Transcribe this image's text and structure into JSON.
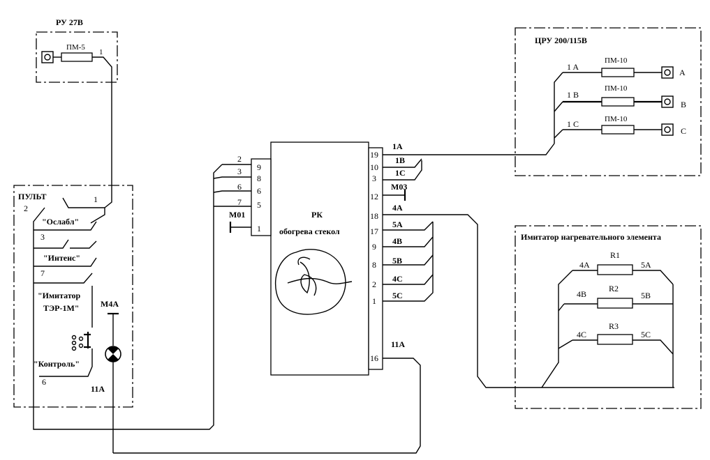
{
  "blocks": {
    "ru27": {
      "title": "РУ 27В",
      "fuse": "ПМ-5",
      "pin": "1"
    },
    "cru": {
      "title": "ЦРУ 200/115В",
      "fuses": [
        "ПМ-10",
        "ПМ-10",
        "ПМ-10"
      ],
      "wires": [
        "1 A",
        "1 B",
        "1 C"
      ],
      "phases": [
        "A",
        "B",
        "C"
      ]
    },
    "pult": {
      "title": "ПУЛЬТ",
      "labels": [
        "2",
        "1",
        "\"Ослабл\"",
        "3",
        "\"Интенс\"",
        "7",
        "\"Имитатор",
        "ТЭР-1М\"",
        "\"Контроль\"",
        "6",
        "11А",
        "М4А"
      ]
    },
    "rk": {
      "title": "РК",
      "subtitle": "обогрева стекол",
      "left_pins": [
        "9",
        "8",
        "6",
        "5",
        "1"
      ],
      "left_wires": [
        "2",
        "3",
        "6",
        "7",
        "М01"
      ],
      "right_pins": [
        "19",
        "10",
        "3",
        "12",
        "18",
        "17",
        "9",
        "8",
        "2",
        "1",
        "16"
      ],
      "right_wires": [
        "1A",
        "1B",
        "1C",
        "М03",
        "4A",
        "5A",
        "4B",
        "5B",
        "4C",
        "5C",
        "11A"
      ]
    },
    "imit": {
      "title": "Имитатор нагревательного элемента",
      "resistors": [
        {
          "name": "R1",
          "left": "4A",
          "right": "5A"
        },
        {
          "name": "R2",
          "left": "4B",
          "right": "5B"
        },
        {
          "name": "R3",
          "left": "4C",
          "right": "5C"
        }
      ]
    }
  }
}
